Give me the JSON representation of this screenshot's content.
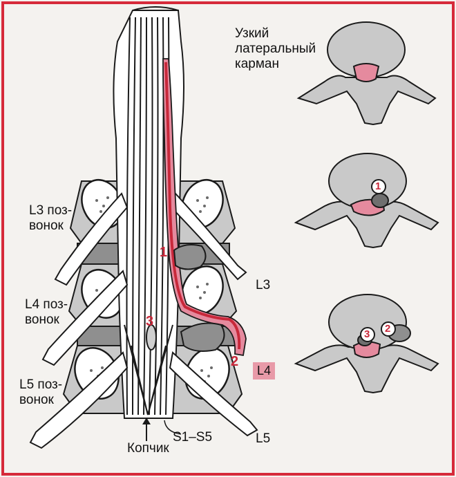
{
  "labels": {
    "narrow_pocket_line1": "Узкий",
    "narrow_pocket_line2": "латеральный",
    "narrow_pocket_line3": "карман",
    "l3_vertebra_line1": "L3 поз-",
    "l3_vertebra_line2": "вонок",
    "l4_vertebra_line1": "L4 поз-",
    "l4_vertebra_line2": "вонок",
    "l5_vertebra_line1": "L5 поз-",
    "l5_vertebra_line2": "вонок",
    "root_l3": "L3",
    "root_l4": "L4",
    "root_l5": "L5",
    "sacral_roots": "S1–S5",
    "coccyx": "Копчик"
  },
  "markers": {
    "m1": "1",
    "m2": "2",
    "m3": "3"
  },
  "colors": {
    "bone": "#c9c9c9",
    "disc": "#ffffff",
    "canal_pink": "#e58a9e",
    "root_red": "#c8283a",
    "outline": "#1a1a1a",
    "background": "#f4f2ef",
    "frame": "#d62a3a"
  }
}
